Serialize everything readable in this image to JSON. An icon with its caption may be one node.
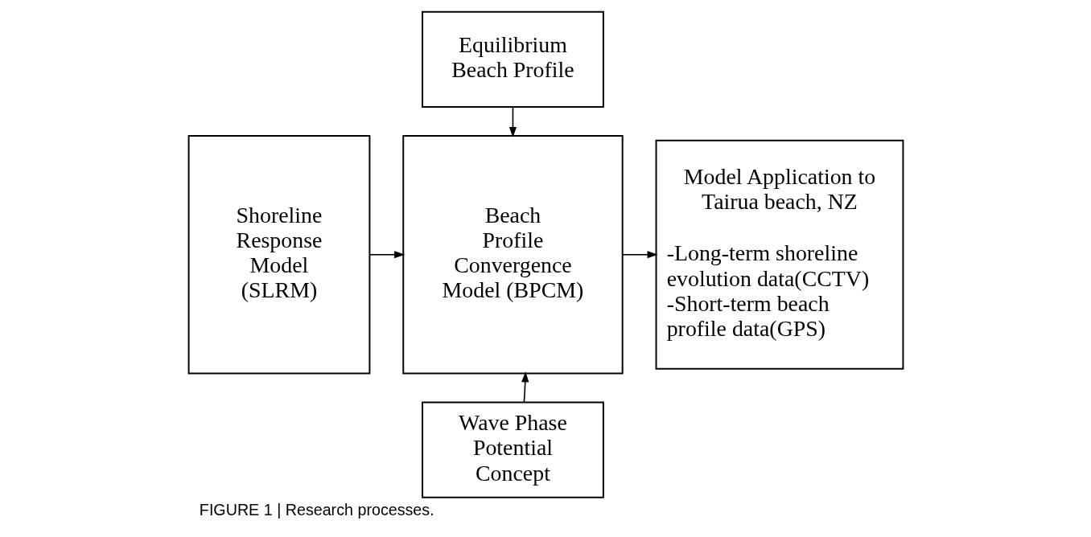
{
  "diagram": {
    "caption": "FIGURE 1 | Research processes.",
    "nodes": [
      {
        "text": [
          "Equilibrium Beach Profile"
        ]
      },
      {
        "text": [
          "Shoreline Response Model (SLRM)"
        ]
      },
      {
        "text": [
          "Beach Profile Convergence Model (BPCM)"
        ]
      },
      {
        "text": [
          "Model Application to Tairua beach, NZ",
          "-Long-term shoreline evolution data(CCTV)",
          "-Short-term beach profile data(GPS)"
        ]
      },
      {
        "text": [
          "Wave Phase Potential Concept"
        ]
      }
    ],
    "edges": [
      {
        "from": 0,
        "to": 2,
        "arrow": "to"
      },
      {
        "from": 1,
        "to": 2,
        "arrow": "to"
      },
      {
        "from": 2,
        "to": 3,
        "arrow": "to"
      },
      {
        "from": 4,
        "to": 2,
        "arrow": "to"
      }
    ]
  }
}
